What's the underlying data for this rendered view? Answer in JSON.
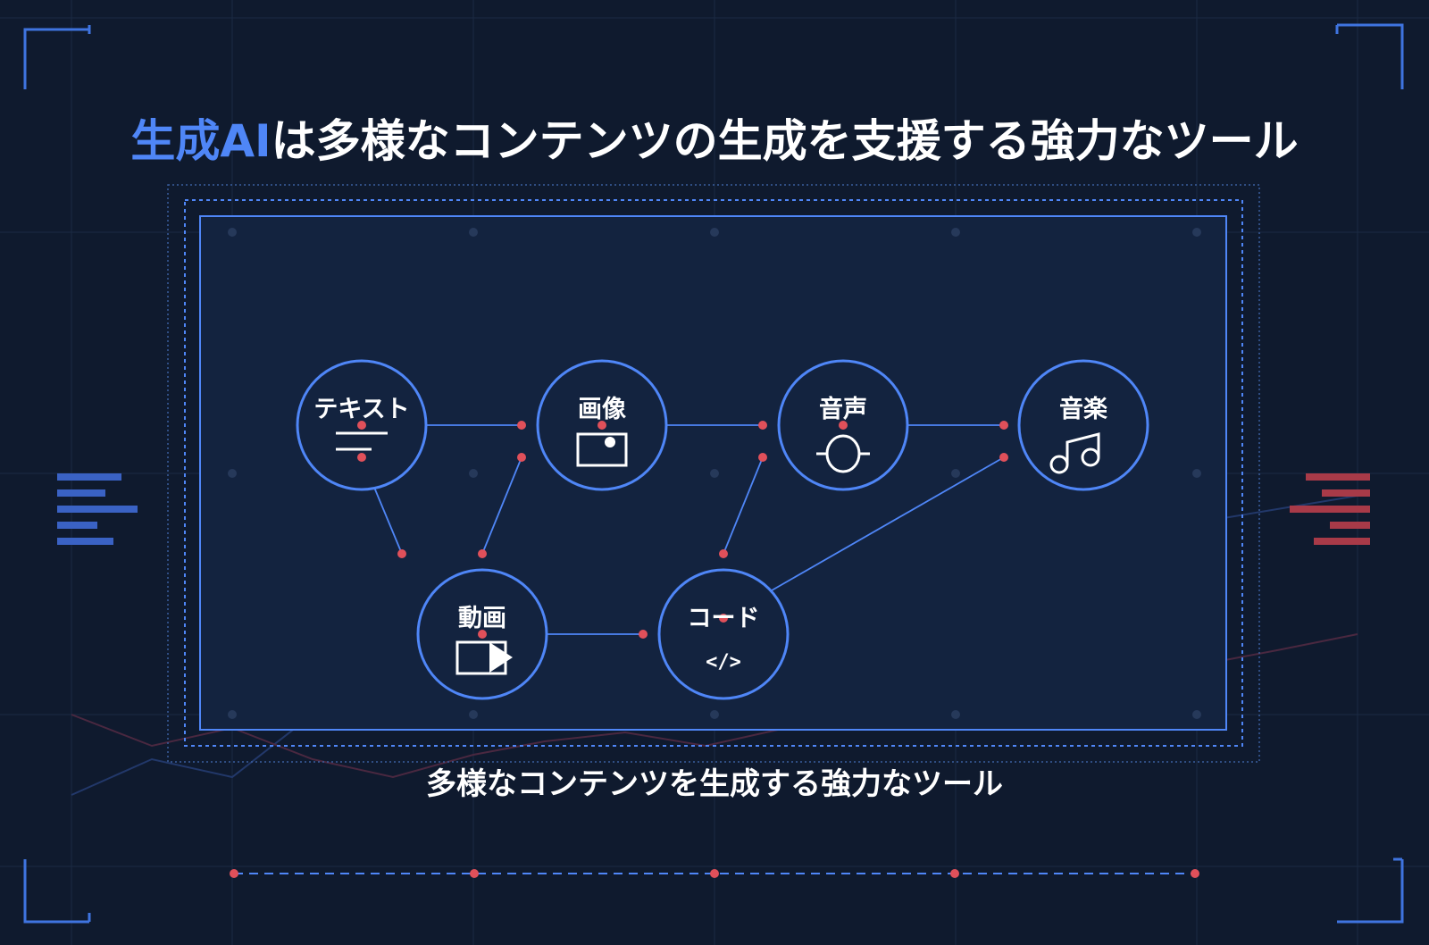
{
  "title": {
    "accent": "生成AI",
    "rest": "は多様なコンテンツの生成を支援する強力なツール"
  },
  "subtitle": "多様なコンテンツを生成する強力なツール",
  "nodes": [
    {
      "id": "text",
      "label": "テキスト",
      "icon": "text-lines-icon"
    },
    {
      "id": "image",
      "label": "画像",
      "icon": "image-frame-icon"
    },
    {
      "id": "voice",
      "label": "音声",
      "icon": "voice-wave-icon"
    },
    {
      "id": "music",
      "label": "音楽",
      "icon": "music-note-icon"
    },
    {
      "id": "video",
      "label": "動画",
      "icon": "video-play-icon"
    },
    {
      "id": "code",
      "label": "コード",
      "icon": "code-brackets-icon",
      "glyph": "</>"
    }
  ],
  "colors": {
    "background": "#0f1a2e",
    "panel": "#13233f",
    "accent_blue": "#4f86f7",
    "accent_red": "#e0505a",
    "text": "#ffffff"
  }
}
